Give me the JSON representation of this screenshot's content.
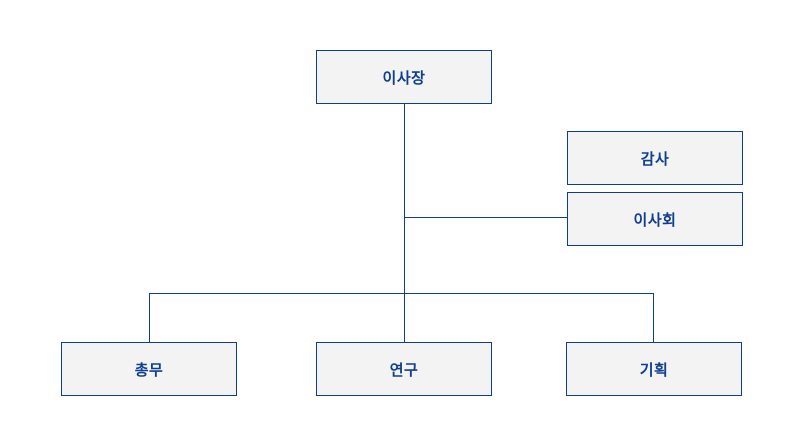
{
  "org_chart": {
    "top": {
      "label": "이사장"
    },
    "side": {
      "audit": {
        "label": "감사"
      },
      "board": {
        "label": "이사회"
      }
    },
    "departments": [
      {
        "label": "총무"
      },
      {
        "label": "연구"
      },
      {
        "label": "기획"
      }
    ]
  },
  "colors": {
    "line": "#0f3f8c",
    "box_fill": "#f3f3f3",
    "text": "#0f3f8c"
  }
}
